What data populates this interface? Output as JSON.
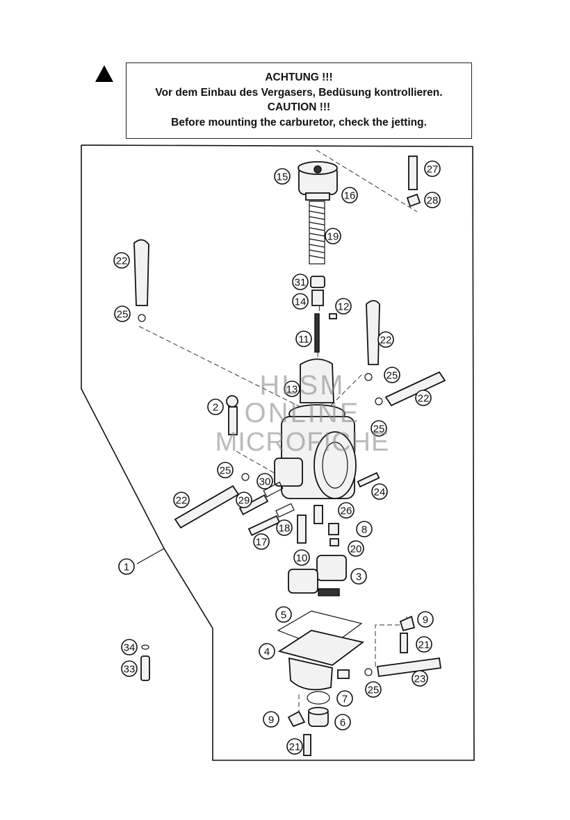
{
  "warning": {
    "line_de_title": "ACHTUNG !!!",
    "line_de_text": "Vor dem Einbau des Vergasers, Bedüsung kontrollieren.",
    "line_en_title": "CAUTION !!!",
    "line_en_text": "Before mounting the carburetor, check the jetting."
  },
  "watermark": {
    "line1": "HLSM",
    "line2": "ONLINE",
    "line3": "MICROFICHE"
  },
  "callouts": [
    {
      "id": "c1",
      "label": "1"
    },
    {
      "id": "c2",
      "label": "2"
    },
    {
      "id": "c3",
      "label": "3"
    },
    {
      "id": "c4",
      "label": "4"
    },
    {
      "id": "c5",
      "label": "5"
    },
    {
      "id": "c6",
      "label": "6"
    },
    {
      "id": "c7",
      "label": "7"
    },
    {
      "id": "c8",
      "label": "8"
    },
    {
      "id": "c9a",
      "label": "9"
    },
    {
      "id": "c9b",
      "label": "9"
    },
    {
      "id": "c10",
      "label": "10"
    },
    {
      "id": "c11",
      "label": "11"
    },
    {
      "id": "c12",
      "label": "12"
    },
    {
      "id": "c13",
      "label": "13"
    },
    {
      "id": "c14",
      "label": "14"
    },
    {
      "id": "c15",
      "label": "15"
    },
    {
      "id": "c16",
      "label": "16"
    },
    {
      "id": "c17",
      "label": "17"
    },
    {
      "id": "c18",
      "label": "18"
    },
    {
      "id": "c19",
      "label": "19"
    },
    {
      "id": "c20",
      "label": "20"
    },
    {
      "id": "c21a",
      "label": "21"
    },
    {
      "id": "c21b",
      "label": "21"
    },
    {
      "id": "c22a",
      "label": "22"
    },
    {
      "id": "c22b",
      "label": "22"
    },
    {
      "id": "c22c",
      "label": "22"
    },
    {
      "id": "c22d",
      "label": "22"
    },
    {
      "id": "c23",
      "label": "23"
    },
    {
      "id": "c24",
      "label": "24"
    },
    {
      "id": "c25a",
      "label": "25"
    },
    {
      "id": "c25b",
      "label": "25"
    },
    {
      "id": "c25c",
      "label": "25"
    },
    {
      "id": "c25d",
      "label": "25"
    },
    {
      "id": "c25e",
      "label": "25"
    },
    {
      "id": "c26",
      "label": "26"
    },
    {
      "id": "c27",
      "label": "27"
    },
    {
      "id": "c28",
      "label": "28"
    },
    {
      "id": "c29",
      "label": "29"
    },
    {
      "id": "c30",
      "label": "30"
    },
    {
      "id": "c31",
      "label": "31"
    },
    {
      "id": "c33",
      "label": "33"
    },
    {
      "id": "c34",
      "label": "34"
    }
  ]
}
